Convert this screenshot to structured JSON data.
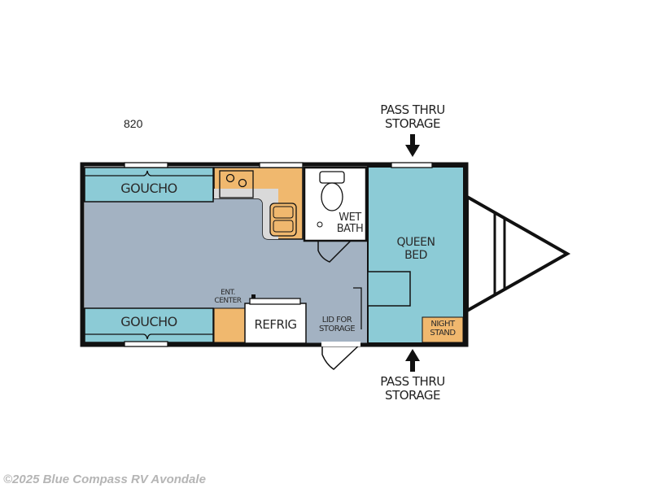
{
  "model_number": "820",
  "callouts": {
    "top": {
      "line1": "PASS THRU",
      "line2": "STORAGE"
    },
    "bottom": {
      "line1": "PASS THRU",
      "line2": "STORAGE"
    }
  },
  "rooms": {
    "goucho_top": "GOUCHO",
    "goucho_bottom": "GOUCHO",
    "wet_bath_line1": "WET",
    "wet_bath_line2": "BATH",
    "queen_bed_line1": "QUEEN",
    "queen_bed_line2": "BED",
    "ent_center_line1": "ENT.",
    "ent_center_line2": "CENTER",
    "refrig": "REFRIG",
    "lid_line1": "LID FOR",
    "lid_line2": "STORAGE",
    "night_line1": "NIGHT",
    "night_line2": "STAND"
  },
  "colors": {
    "teal": "#8ccbd6",
    "gray_floor": "#a3b2c2",
    "orange": "#f0b86e",
    "counter_gray": "#d9d9d9",
    "wall": "#111111"
  },
  "watermark": "©2025 Blue Compass RV Avondale"
}
